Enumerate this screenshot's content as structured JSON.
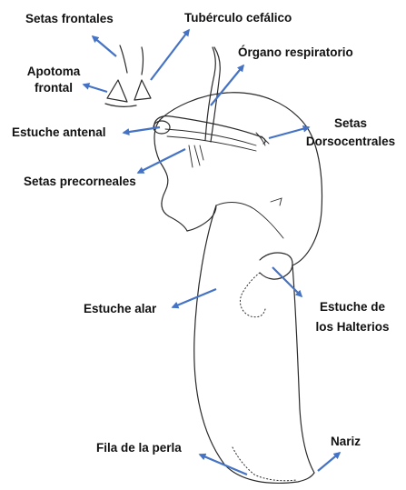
{
  "colors": {
    "arrow": "#4472c4",
    "label_text": "#111111",
    "outline": "#2a2a2a",
    "background": "#ffffff"
  },
  "labels": {
    "setas_frontales": "Setas frontales",
    "tuberculo_cefalico": "Tubérculo cefálico",
    "apotoma_frontal_line1": "Apotoma",
    "apotoma_frontal_line2": "frontal",
    "organo_respiratorio": "Órgano respiratorio",
    "estuche_antenal": "Estuche antenal",
    "setas_dorsocentrales_line1": "Setas",
    "setas_dorsocentrales_line2": "Dorsocentrales",
    "setas_precorneales": "Setas precorneales",
    "estuche_alar": "Estuche alar",
    "estuche_halterios_line1": "Estuche de",
    "estuche_halterios_line2": "los Halterios",
    "fila_de_la_perla": "Fila de la perla",
    "nariz": "Nariz"
  }
}
